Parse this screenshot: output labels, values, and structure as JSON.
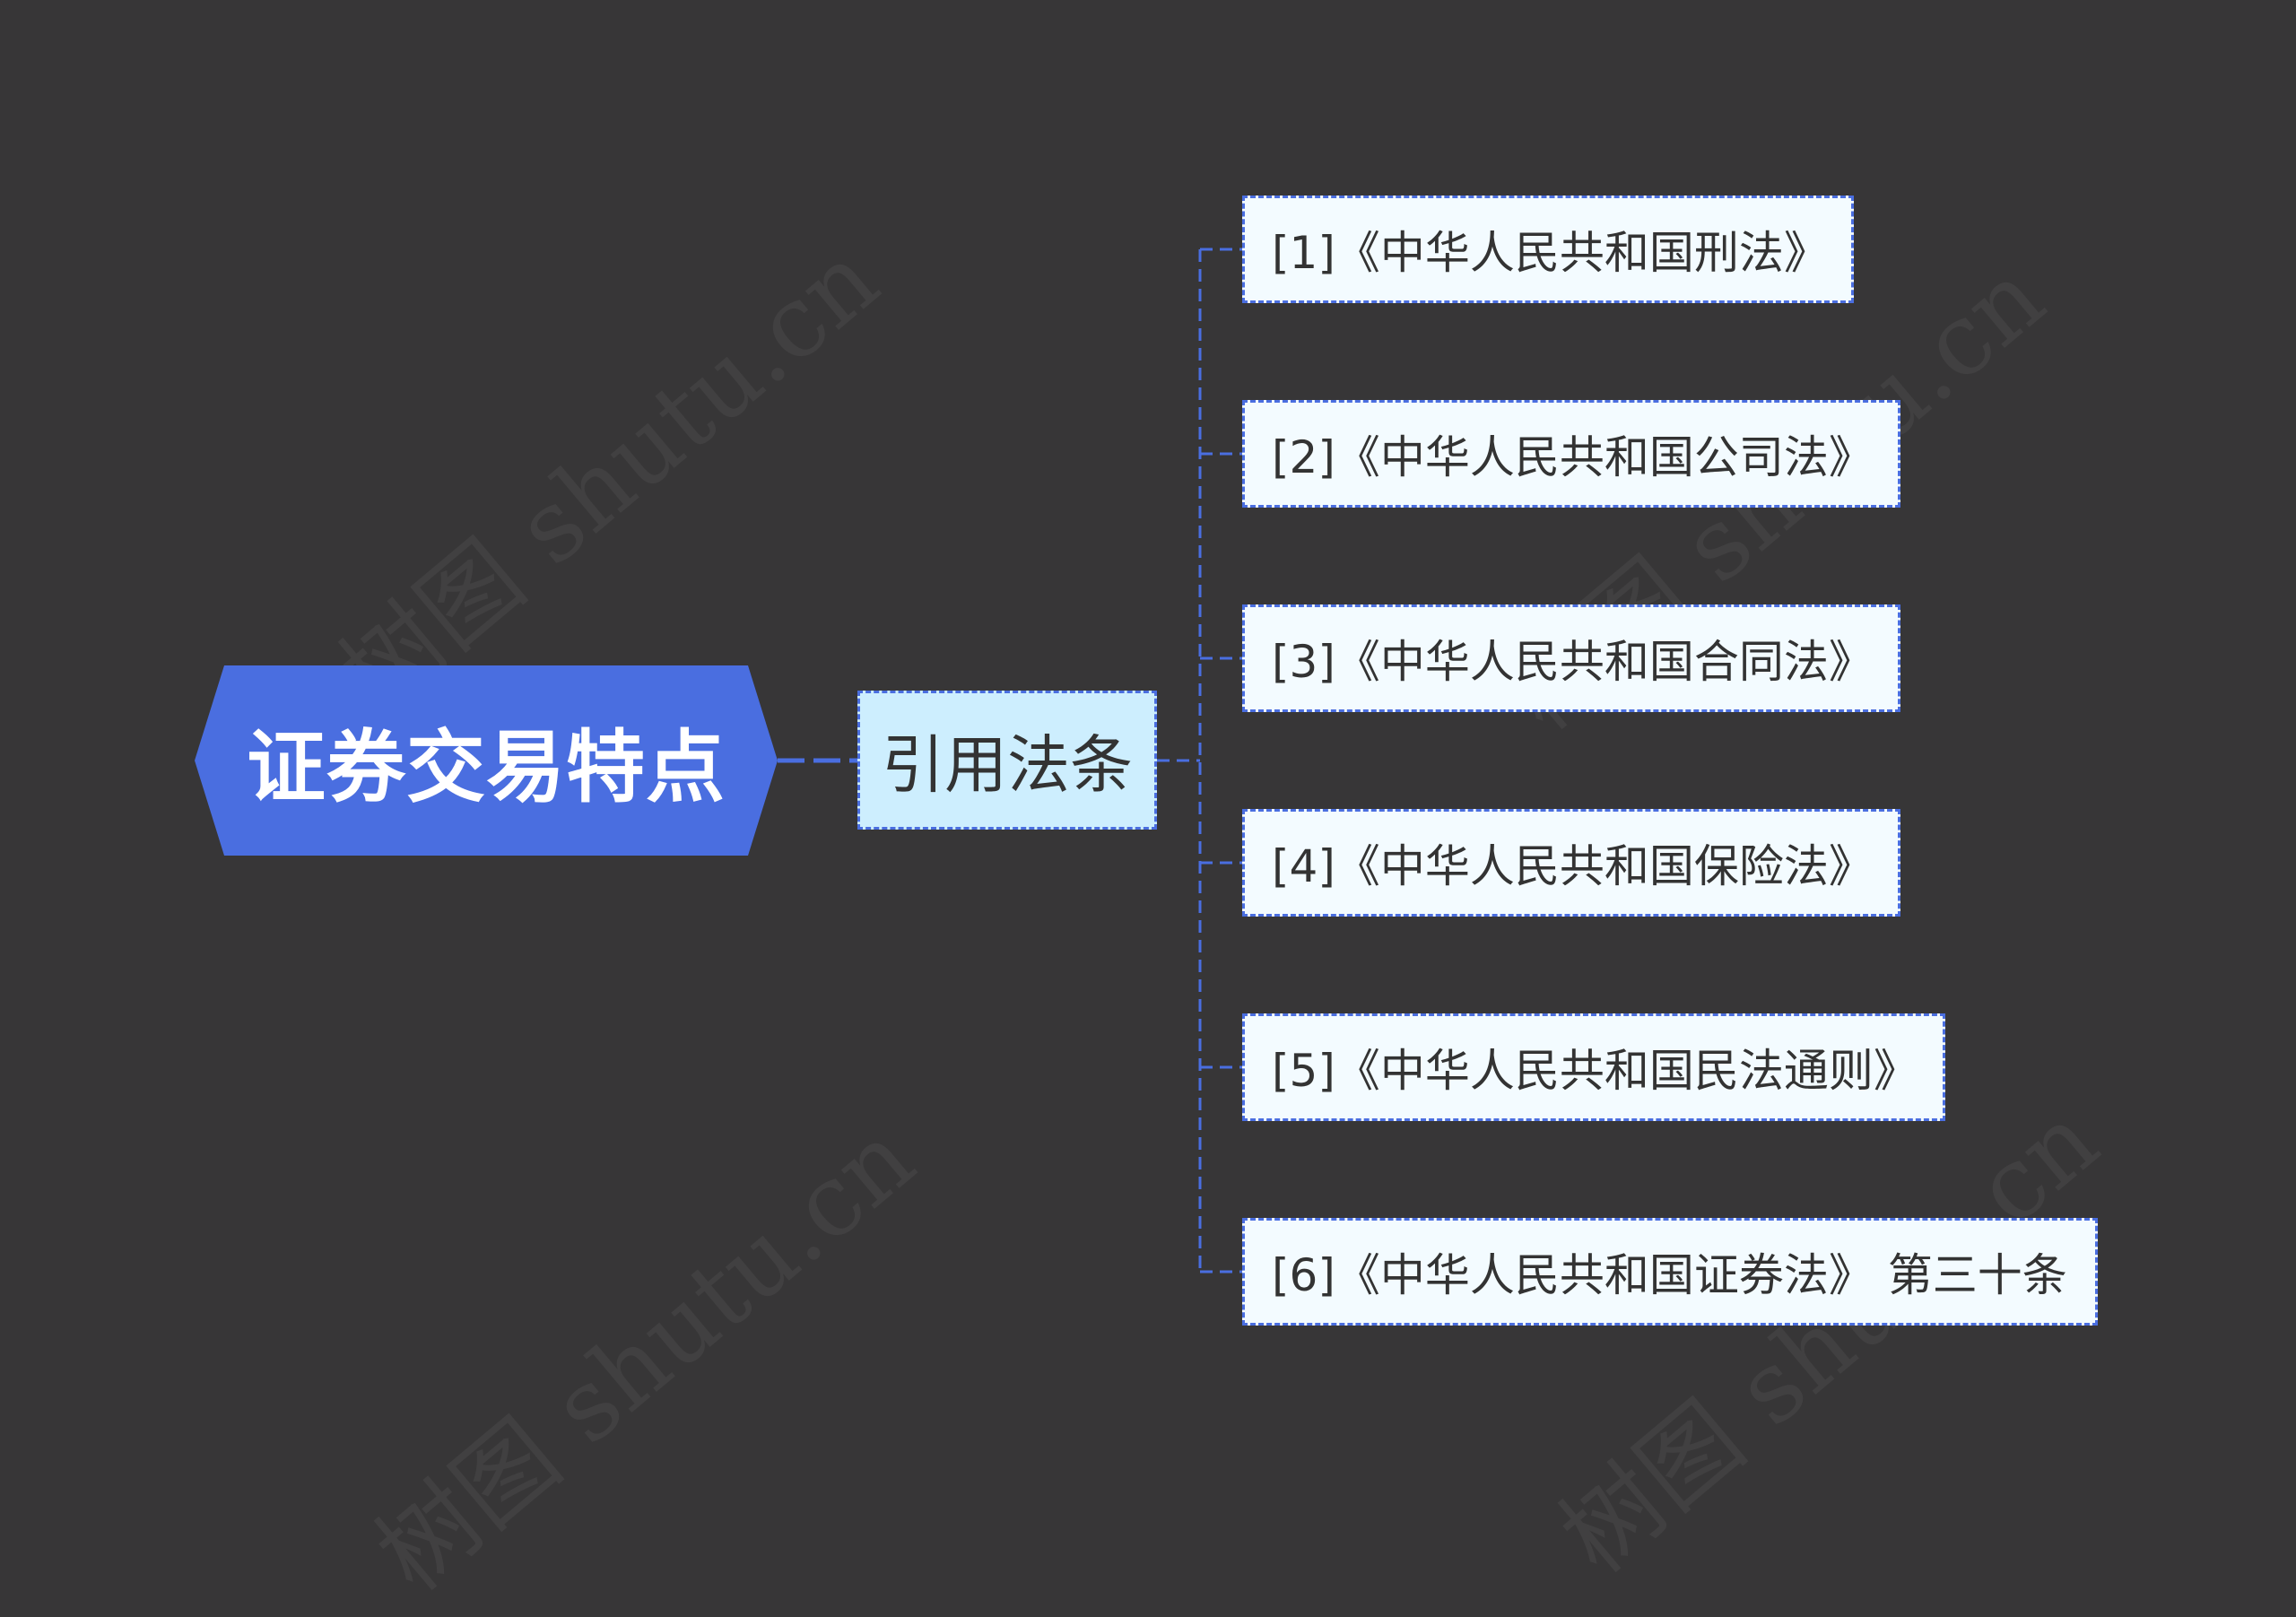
{
  "diagram": {
    "root": {
      "label": "证券交易特点"
    },
    "branch": {
      "label": "引用法条"
    },
    "leaves": [
      {
        "label": "[1]《中华人民共和国刑法》"
      },
      {
        "label": "[2]《中华人民共和国公司法》"
      },
      {
        "label": "[3]《中华人民共和国合同法》"
      },
      {
        "label": "[4]《中华人民共和国保险法》"
      },
      {
        "label": "[5]《中华人民共和国民法通则》"
      },
      {
        "label": "[6]《中华人民共和国证券法》 第三十条"
      }
    ],
    "watermarks": [
      "树图 shutu.cn",
      "树图 shutu.cn",
      "树图 shutu.cn",
      "树图 shutu.cn"
    ],
    "colors": {
      "background": "#373637",
      "root_fill": "#4a6ee0",
      "branch_fill": "#cdeefe",
      "leaf_fill": "#f3fbff",
      "connector": "#4a6ee0"
    }
  }
}
